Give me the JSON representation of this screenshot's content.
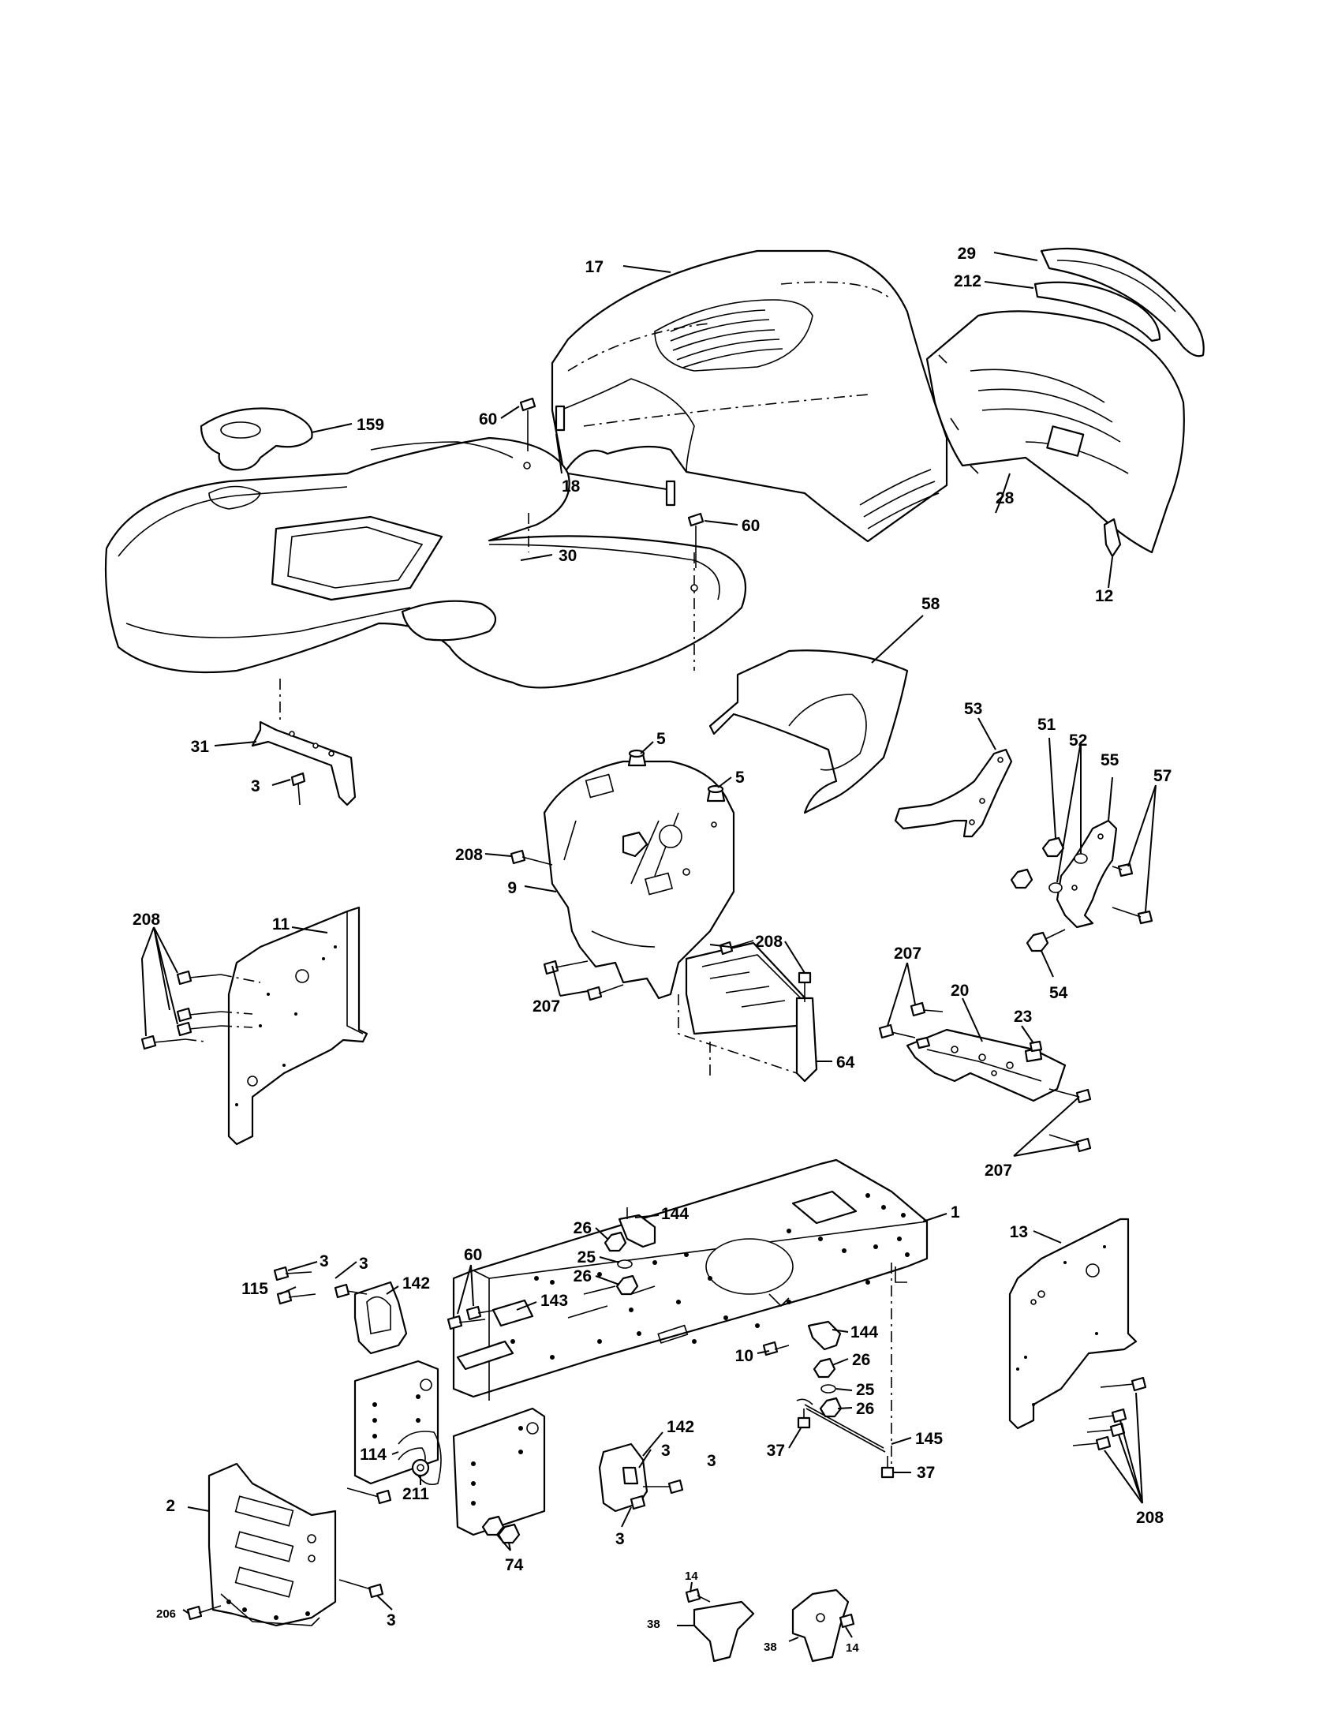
{
  "callouts": [
    {
      "id": "17",
      "text": "17"
    },
    {
      "id": "29",
      "text": "29"
    },
    {
      "id": "212",
      "text": "212"
    },
    {
      "id": "159",
      "text": "159"
    },
    {
      "id": "60a",
      "text": "60"
    },
    {
      "id": "18",
      "text": "18"
    },
    {
      "id": "60b",
      "text": "60"
    },
    {
      "id": "30",
      "text": "30"
    },
    {
      "id": "28",
      "text": "28"
    },
    {
      "id": "12",
      "text": "12"
    },
    {
      "id": "58",
      "text": "58"
    },
    {
      "id": "31",
      "text": "31"
    },
    {
      "id": "3a",
      "text": "3"
    },
    {
      "id": "5a",
      "text": "5"
    },
    {
      "id": "5b",
      "text": "5"
    },
    {
      "id": "208a",
      "text": "208"
    },
    {
      "id": "9",
      "text": "9"
    },
    {
      "id": "53",
      "text": "53"
    },
    {
      "id": "51",
      "text": "51"
    },
    {
      "id": "52",
      "text": "52"
    },
    {
      "id": "55",
      "text": "55"
    },
    {
      "id": "57",
      "text": "57"
    },
    {
      "id": "54",
      "text": "54"
    },
    {
      "id": "208b",
      "text": "208"
    },
    {
      "id": "11",
      "text": "11"
    },
    {
      "id": "208c",
      "text": "208"
    },
    {
      "id": "207a",
      "text": "207"
    },
    {
      "id": "64",
      "text": "64"
    },
    {
      "id": "207b",
      "text": "207"
    },
    {
      "id": "20",
      "text": "20"
    },
    {
      "id": "23",
      "text": "23"
    },
    {
      "id": "207c",
      "text": "207"
    },
    {
      "id": "26a",
      "text": "26"
    },
    {
      "id": "144a",
      "text": "144"
    },
    {
      "id": "25a",
      "text": "25"
    },
    {
      "id": "26b",
      "text": "26"
    },
    {
      "id": "1",
      "text": "1"
    },
    {
      "id": "13",
      "text": "13"
    },
    {
      "id": "3b",
      "text": "3"
    },
    {
      "id": "3c",
      "text": "3"
    },
    {
      "id": "115",
      "text": "115"
    },
    {
      "id": "142a",
      "text": "142"
    },
    {
      "id": "60c",
      "text": "60"
    },
    {
      "id": "143",
      "text": "143"
    },
    {
      "id": "144b",
      "text": "144"
    },
    {
      "id": "26c",
      "text": "26"
    },
    {
      "id": "10",
      "text": "10"
    },
    {
      "id": "25b",
      "text": "25"
    },
    {
      "id": "26d",
      "text": "26"
    },
    {
      "id": "142b",
      "text": "142"
    },
    {
      "id": "3d",
      "text": "3"
    },
    {
      "id": "3e",
      "text": "3"
    },
    {
      "id": "37a",
      "text": "37"
    },
    {
      "id": "145",
      "text": "145"
    },
    {
      "id": "37b",
      "text": "37"
    },
    {
      "id": "114",
      "text": "114"
    },
    {
      "id": "211",
      "text": "211"
    },
    {
      "id": "3f",
      "text": "3"
    },
    {
      "id": "74",
      "text": "74"
    },
    {
      "id": "2",
      "text": "2"
    },
    {
      "id": "208d",
      "text": "208"
    },
    {
      "id": "14a",
      "text": "14"
    },
    {
      "id": "38a",
      "text": "38"
    },
    {
      "id": "38b",
      "text": "38"
    },
    {
      "id": "14b",
      "text": "14"
    },
    {
      "id": "206",
      "text": "206"
    },
    {
      "id": "3g",
      "text": "3"
    }
  ]
}
